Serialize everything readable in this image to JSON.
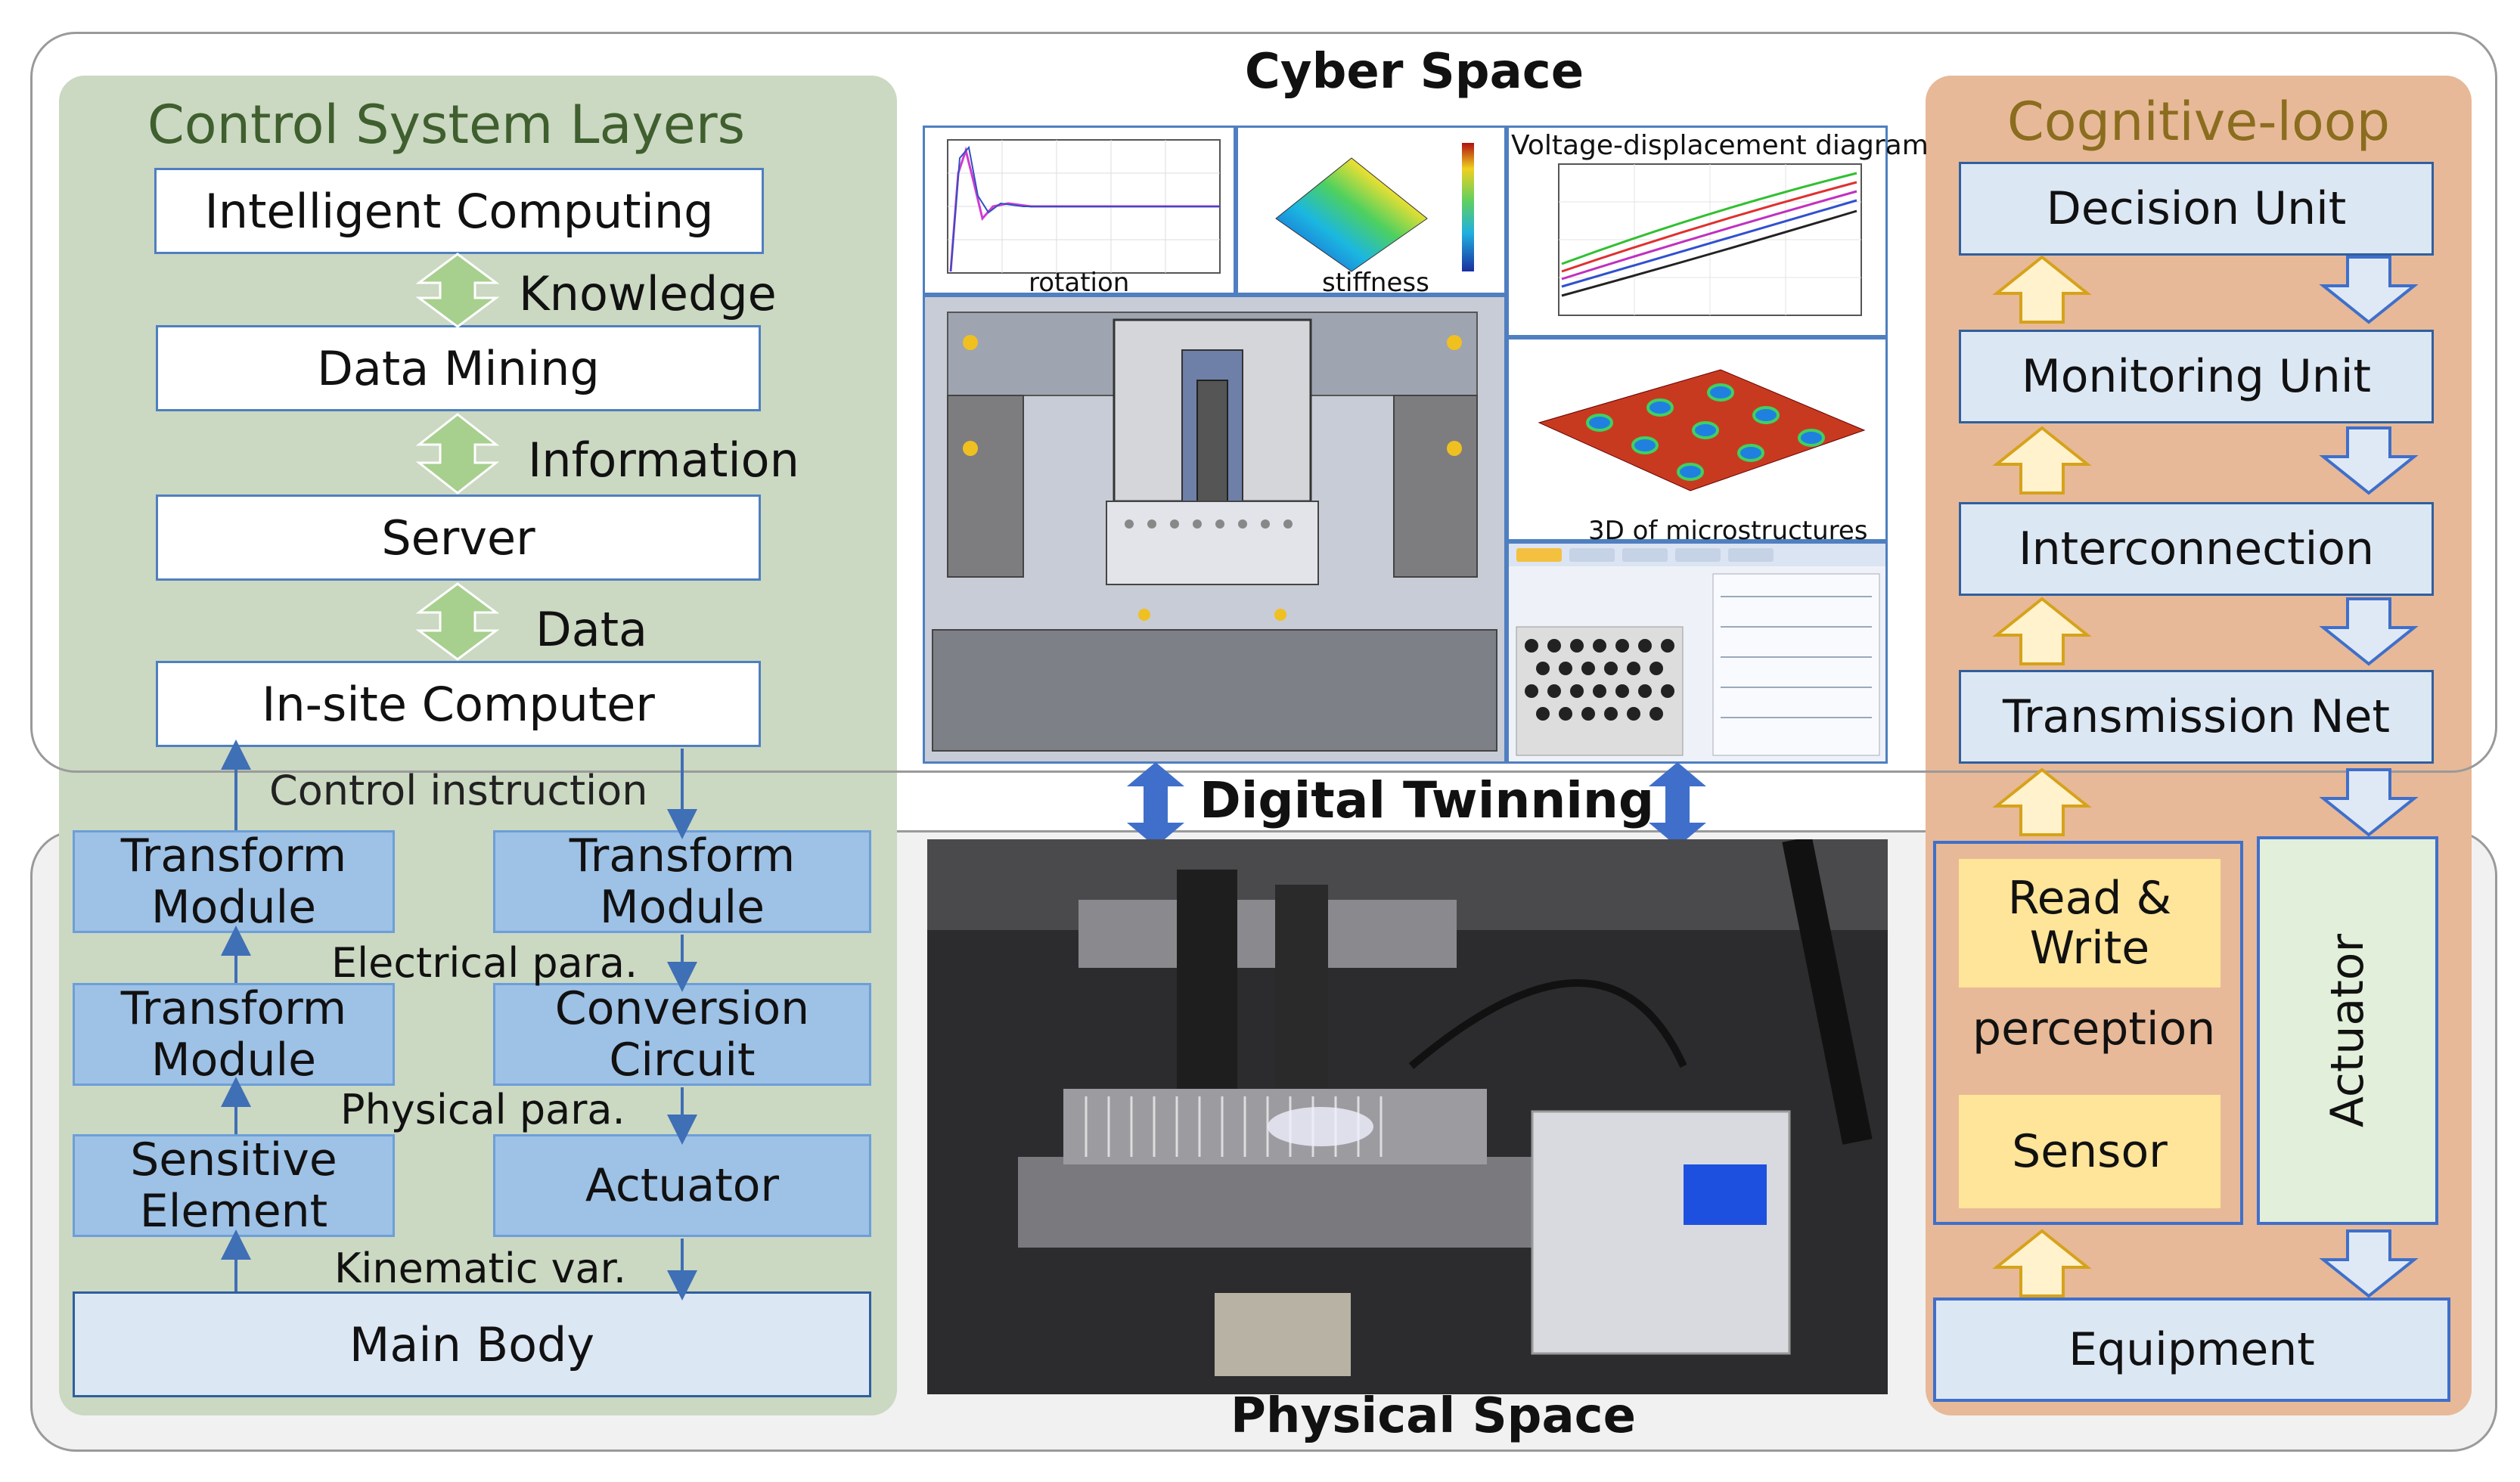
{
  "cyber_space": {
    "title": "Cyber Space"
  },
  "physical_space": {
    "title": "Physical Space"
  },
  "digital_twinning": {
    "label": "Digital Twinning"
  },
  "control_layers": {
    "title": "Control System Layers",
    "boxes": [
      "Intelligent Computing",
      "Data Mining",
      "Server",
      "In-site Computer"
    ],
    "flows": [
      "Knowledge",
      "Information",
      "Data"
    ],
    "control_instruction": "Control instruction",
    "left_column": [
      "Transform\nModule",
      "Transform\nModule",
      "Sensitive\nElement"
    ],
    "right_column": [
      "Transform\nModule",
      "Conversion\nCircuit",
      "Actuator"
    ],
    "mid_labels": [
      "Electrical para.",
      "Physical para.",
      "Kinematic var."
    ],
    "main_body": "Main Body"
  },
  "cyber_panels": {
    "rotation": "rotation",
    "stiffness": "stiffness",
    "voltage": "Voltage-displacement diagram",
    "microstructures": "3D of microstructures"
  },
  "cognitive_loop": {
    "title": "Cognitive-loop",
    "units": [
      "Decision Unit",
      "Monitoring Unit",
      "Interconnection",
      "Transmission Net"
    ],
    "read_write": "Read &\nWrite",
    "perception": "perception",
    "sensor": "Sensor",
    "actuator": "Actuator",
    "equipment": "Equipment"
  },
  "colors": {
    "green_panel": "#cbd8c2",
    "orange_panel": "#e7b998",
    "blue_box": "#9ec1e6",
    "yellow_box": "#ffe599",
    "twin_arrow": "#3f6fca"
  }
}
